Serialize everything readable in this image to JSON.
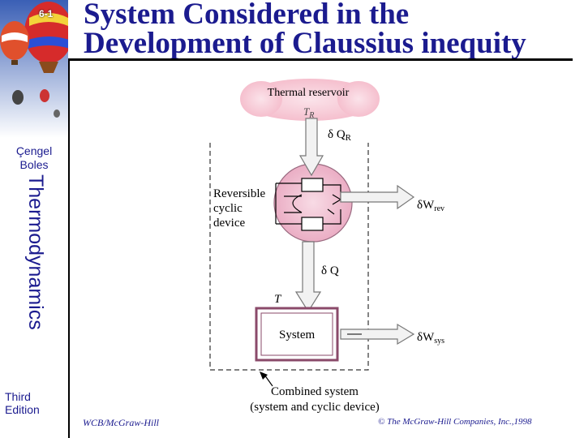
{
  "slide": {
    "number": "6-1",
    "title_line1": "System Considered in the",
    "title_line2": "Development of Claussius inequity"
  },
  "sidebar": {
    "author_line1": "Çengel",
    "author_line2": "Boles",
    "book_title": "Thermodynamics",
    "edition": "Third Edition"
  },
  "diagram": {
    "reservoir_label": "Thermal reservoir",
    "reservoir_temp": "T",
    "reservoir_temp_sub": "R",
    "heat_in_label": "δ Q",
    "heat_in_sub": "R",
    "device_line1": "Reversible",
    "device_line2": "cyclic",
    "device_line3": "device",
    "work_rev_label": "δW",
    "work_rev_sub": "rev",
    "heat_mid_label": "δ Q",
    "system_temp": "T",
    "system_label": "System",
    "work_sys_label": "δW",
    "work_sys_sub": "sys",
    "combined_line1": "Combined system",
    "combined_line2": "(system and cyclic device)",
    "reservoir_color": "#f7c6d2",
    "device_color": "#f1bfd0"
  },
  "footer": {
    "publisher": "WCB/McGraw-Hill",
    "copyright": "© The McGraw-Hill Companies, Inc.,1998"
  }
}
